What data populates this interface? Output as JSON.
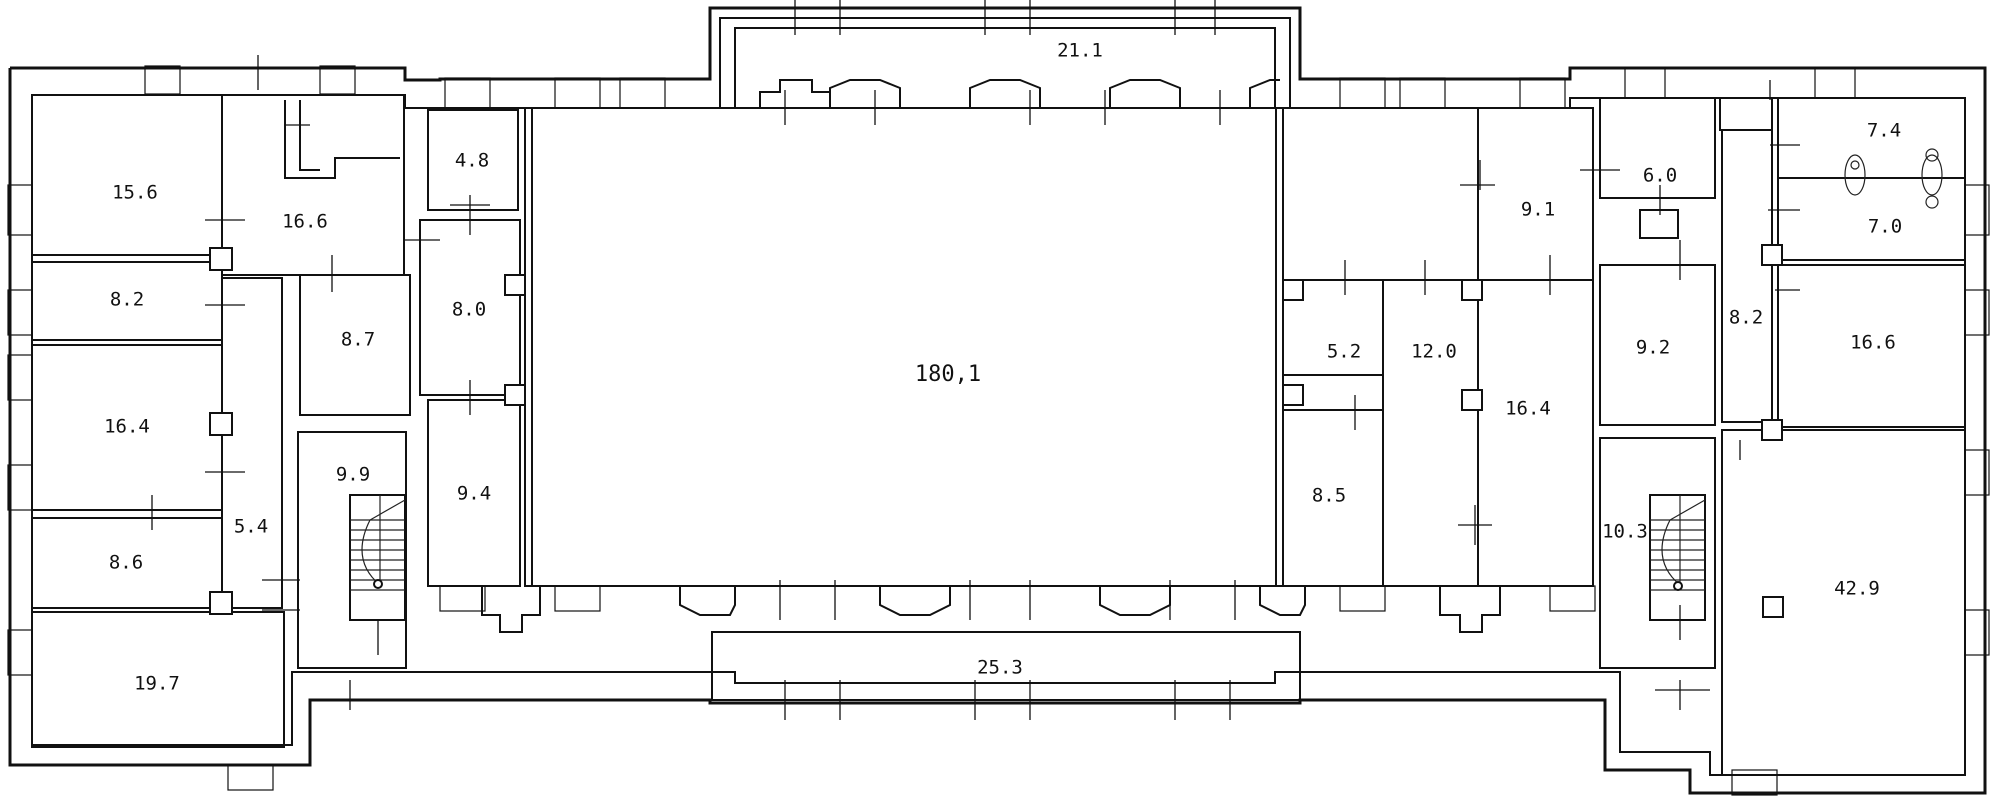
{
  "rooms": {
    "r_15_6": "15.6",
    "r_16_6_left": "16.6",
    "r_8_2_left": "8.2",
    "r_8_7": "8.7",
    "r_8_0": "8.0",
    "r_4_8": "4.8",
    "r_16_4_left": "16.4",
    "r_5_4": "5.4",
    "r_9_9": "9.9",
    "r_9_4": "9.4",
    "r_8_6": "8.6",
    "r_19_7": "19.7",
    "r_21_1": "21.1",
    "r_180_1": "180,1",
    "r_25_3": "25.3",
    "r_5_2": "5.2",
    "r_12_0": "12.0",
    "r_8_5": "8.5",
    "r_16_4_right": "16.4",
    "r_9_1": "9.1",
    "r_6_0": "6.0",
    "r_7_4": "7.4",
    "r_7_0": "7.0",
    "r_9_2": "9.2",
    "r_8_2_right": "8.2",
    "r_16_6_right": "16.6",
    "r_10_3": "10.3",
    "r_42_9": "42.9"
  }
}
